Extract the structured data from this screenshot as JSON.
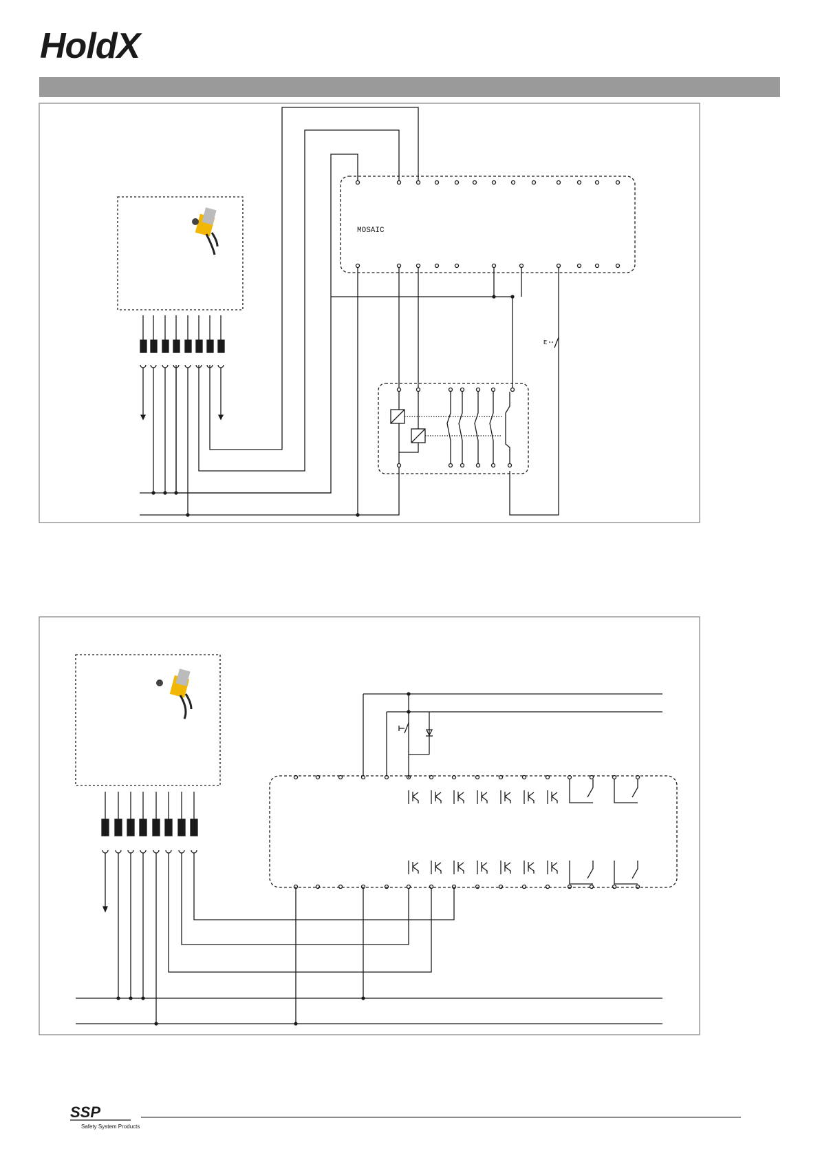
{
  "brand": {
    "product_logo": "HoldX",
    "footer_logo": "SSP",
    "footer_tagline": "Safety System Products"
  },
  "diagram_top": {
    "controller_label": "MOSAIC",
    "switch_label": "E"
  },
  "colors": {
    "header_bar": "#9a9a9a",
    "line": "#1a1a1a",
    "frame": "#8a8a8a",
    "device_yellow": "#f2b705"
  },
  "icons": [
    "holdx-device-icon",
    "relay-coil-icon",
    "push-button-icon",
    "led-icon",
    "transistor-output-icon",
    "ground-arrow-icon"
  ]
}
